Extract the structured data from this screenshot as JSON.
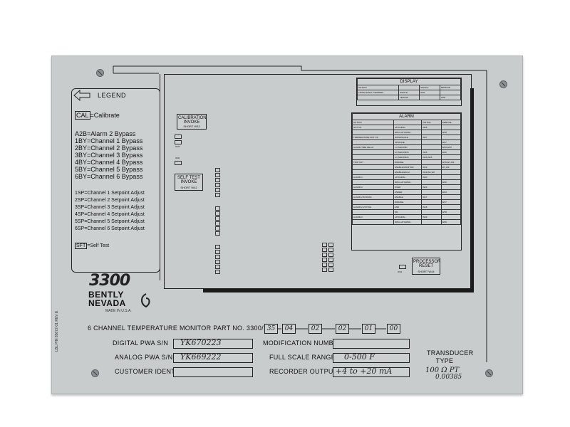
{
  "legend": {
    "title": "LEGEND",
    "items": [
      {
        "key": "CAL",
        "desc": "=Calibrate"
      },
      {
        "key": "A2B",
        "desc": "=Alarm 2 Bypass"
      },
      {
        "key": "1BY",
        "desc": "=Channel 1 Bypass"
      },
      {
        "key": "2BY",
        "desc": "=Channel 2 Bypass"
      },
      {
        "key": "3BY",
        "desc": "=Channel 3 Bypass"
      },
      {
        "key": "4BY",
        "desc": "=Channel 4 Bypass"
      },
      {
        "key": "5BY",
        "desc": "=Channel 5 Bypass"
      },
      {
        "key": "6BY",
        "desc": "=Channel 6 Bypass"
      },
      {
        "key": "1SP",
        "desc": "=Channel 1 Setpoint Adjust"
      },
      {
        "key": "2SP",
        "desc": "=Channel 2 Setpoint Adjust"
      },
      {
        "key": "3SP",
        "desc": "=Channel 3 Setpoint Adjust"
      },
      {
        "key": "4SP",
        "desc": "=Channel 4 Setpoint Adjust"
      },
      {
        "key": "5SP",
        "desc": "=Channel 5 Setpoint Adjust"
      },
      {
        "key": "6SP",
        "desc": "=Channel 6 Setpoint Adjust"
      },
      {
        "key": "SFT",
        "desc": "=Self Test"
      }
    ]
  },
  "logo": {
    "model": "3300",
    "brand_line1": "BENTLY",
    "brand_line2": "NEVADA",
    "made_in": "MADE IN U.S.A."
  },
  "side_label": "LBL P/N 85672-01 REV E",
  "board": {
    "calibration_title": "CALIBRATION INVOKE",
    "calibration_sub": "SHORT W33",
    "self_test_title": "SELF TEST INVOKE",
    "self_test_sub": "SHORT W42",
    "processor_reset_title": "PROCESSOR RESET",
    "processor_reset_sub": "SHORT W44",
    "w_labels": [
      "W33",
      "W40",
      "W44"
    ],
    "display_table": {
      "title": "DISPLAY",
      "headers": [
        "OPTION",
        "",
        "INSTALL",
        "REMOVE"
      ],
      "rows": [
        [
          "TRADITIONAL DEGREES",
          "WHOLE",
          "W32",
          ""
        ],
        [
          "",
          "TENTHS",
          "",
          "W32"
        ]
      ]
    },
    "alarm_table": {
      "title": "ALARM",
      "headers": [
        "OPTION",
        "",
        "INSTALL",
        "REMOVE"
      ],
      "rows": [
        [
          "NOT OK",
          "LATCHING",
          "W28",
          ""
        ],
        [
          "",
          "NON-LATCHING",
          "",
          "W28"
        ],
        [
          "TEMPERATURE NOT OK",
          "DOWNSCALE",
          "W27",
          ""
        ],
        [
          "",
          "UPSCALE",
          "",
          "W27"
        ],
        [
          "ALARM TIME DELAY",
          "1.0 SECOND",
          "",
          "W26,W25"
        ],
        [
          "",
          "3.0 SECONDS",
          "W25",
          "W26"
        ],
        [
          "",
          "6.0 SECONDS",
          "W26,W25",
          ""
        ],
        [
          "TRIP OUT",
          "DISABLE",
          "",
          "W19,W1,W2"
        ],
        [
          "",
          "ENABLE MONITOR",
          "W19",
          "W1,W2"
        ],
        [
          "",
          "ENABLE EACH",
          "W19,W1,W2",
          ""
        ],
        [
          "ALARM 1",
          "LATCHING",
          "W20",
          ""
        ],
        [
          "",
          "NON-LATCHING",
          "",
          "W20"
        ],
        [
          "ALARM 2",
          "OVER",
          "W23",
          ""
        ],
        [
          "",
          "UNDER",
          "",
          "W23"
        ],
        [
          "ALARM 2 BYPASS",
          "ENABLE",
          "W17",
          ""
        ],
        [
          "",
          "DISABLE",
          "",
          "W17"
        ],
        [
          "ALARM 2 VOTING",
          "AND",
          "W18",
          ""
        ],
        [
          "",
          "OR",
          "",
          "W18"
        ],
        [
          "ALARM 2",
          "LATCHING",
          "W29",
          ""
        ],
        [
          "",
          "NON-LATCHING",
          "",
          "W29"
        ]
      ]
    }
  },
  "part_number": {
    "label": "6 CHANNEL TEMPERATURE MONITOR PART NO. 3300/",
    "segments": [
      "35",
      "04",
      "02",
      "02",
      "01",
      "00"
    ]
  },
  "fields": {
    "digital_pwa_label": "DIGITAL PWA S/N",
    "digital_pwa_value": "YK670223",
    "analog_pwa_label": "ANALOG PWA S/N",
    "analog_pwa_value": "YK669222",
    "customer_ident_label": "CUSTOMER IDENT.",
    "customer_ident_value": "",
    "modification_label": "MODIFICATION NUMBER",
    "modification_value": "",
    "full_scale_label": "FULL SCALE RANGE",
    "full_scale_value": "0-500 F",
    "recorder_label": "RECORDER OUTPUT",
    "recorder_value": "+4 to +20 mA",
    "transducer_label_1": "TRANSDUCER",
    "transducer_label_2": "TYPE",
    "transducer_value_1": "100 Ω PT",
    "transducer_value_2": "0.00385"
  }
}
